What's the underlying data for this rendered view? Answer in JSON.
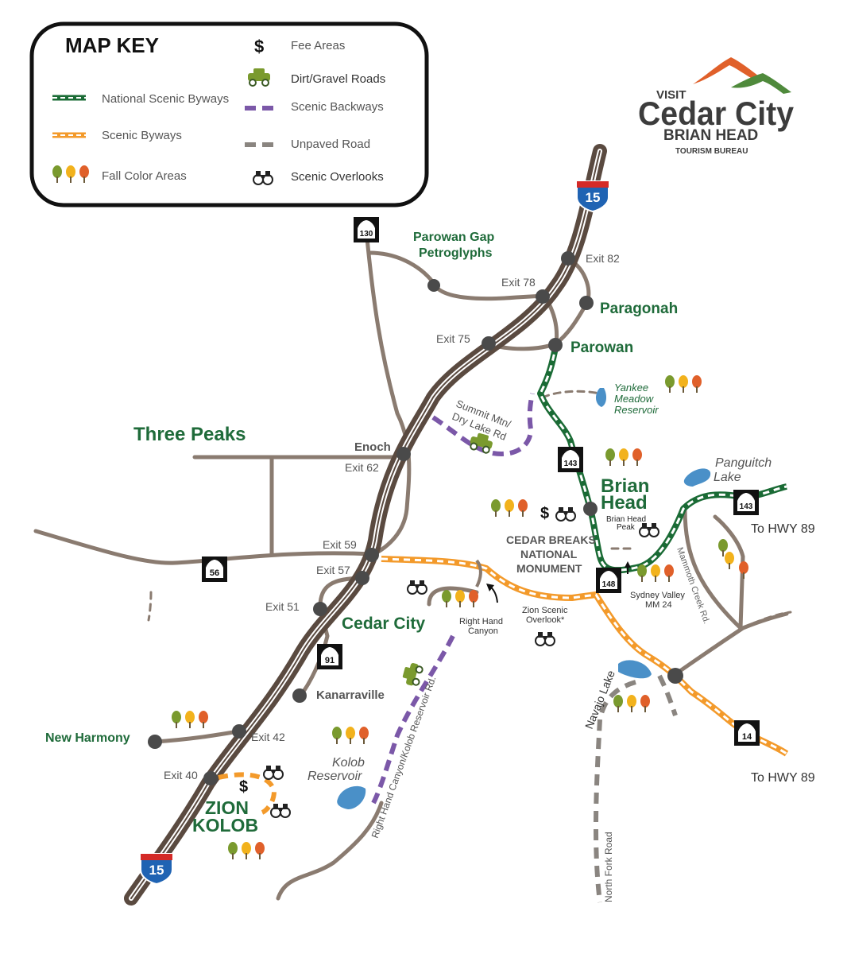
{
  "legend": {
    "title": "MAP KEY",
    "items": {
      "national_scenic_byways": "National Scenic Byways",
      "scenic_byways": "Scenic Byways",
      "fall_color_areas": "Fall Color Areas",
      "fee_areas": "Fee Areas",
      "dirt_gravel_roads": "Dirt/Gravel Roads",
      "scenic_backways": "Scenic Backways",
      "unpaved_road": "Unpaved Road",
      "scenic_overlooks": "Scenic Overlooks"
    },
    "fee_symbol": "$"
  },
  "logo": {
    "visit": "VISIT",
    "cedar_city": "Cedar City",
    "brian_head": "BRIAN HEAD",
    "tourism_bureau": "TOURISM BUREAU"
  },
  "shields": {
    "i15": "15",
    "ut130": "130",
    "ut143_north": "143",
    "ut143_east": "143",
    "ut148": "148",
    "ut56": "56",
    "ut91": "91",
    "ut14": "14"
  },
  "places": {
    "parowan_gap": [
      "Parowan Gap",
      "Petroglyphs"
    ],
    "paragonah": "Paragonah",
    "parowan": "Parowan",
    "three_peaks": "Three Peaks",
    "enoch": "Enoch",
    "brian_head": [
      "Brian",
      "Head"
    ],
    "brian_head_peak": [
      "Brian Head",
      "Peak"
    ],
    "cedar_breaks": [
      "CEDAR BREAKS",
      "NATIONAL",
      "MONUMENT"
    ],
    "cedar_city": "Cedar City",
    "kanarraville": "Kanarraville",
    "new_harmony": "New Harmony",
    "zion_kolob": [
      "ZION",
      "KOLOB"
    ],
    "yankee_meadow": [
      "Yankee",
      "Meadow",
      "Reservoir"
    ],
    "panguitch_lake": [
      "Panguitch",
      "Lake"
    ],
    "kolob_reservoir": [
      "Kolob",
      "Reservoir"
    ],
    "navajo_lake": "Navajo Lake",
    "right_hand_canyon": [
      "Right Hand",
      "Canyon"
    ],
    "zion_overlook": [
      "Zion Scenic",
      "Overlook*"
    ],
    "sydney_valley": [
      "Sydney Valley",
      "MM 24"
    ],
    "to_hwy89_north": "To HWY 89",
    "to_hwy89_south": "To HWY 89"
  },
  "exits": {
    "exit82": "Exit 82",
    "exit78": "Exit 78",
    "exit75": "Exit 75",
    "exit62": "Exit 62",
    "exit59": "Exit 59",
    "exit57": "Exit 57",
    "exit51": "Exit 51",
    "exit42": "Exit 42",
    "exit40": "Exit 40"
  },
  "roads": {
    "summit_mtn": [
      "Summit Mtn/",
      "Dry Lake Rd"
    ],
    "kolob_road": "Right Hand Canyon/Kolob Reservoir Rd.",
    "mammoth_creek": "Mammoth Creek Rd.",
    "north_fork": "North Fork Road"
  },
  "symbols": {
    "fee": "$"
  },
  "colors": {
    "interstate": "#5a4a40",
    "road": "#8a7b70",
    "national_byway": "#1a6b35",
    "scenic_byway": "#f39a2b",
    "backway": "#7b58a8",
    "unpaved": "#8a8580",
    "water": "#4a90c8",
    "place_green": "#1f6b3a",
    "fall_green": "#7a9a2e",
    "fall_yellow": "#f2b21c",
    "fall_orange": "#e0602a",
    "logo_orange": "#e0602a",
    "logo_green": "#4f8a3c",
    "logo_dark": "#3c3c3c",
    "shield_red": "#d42a27",
    "shield_blue": "#1f63b3"
  }
}
